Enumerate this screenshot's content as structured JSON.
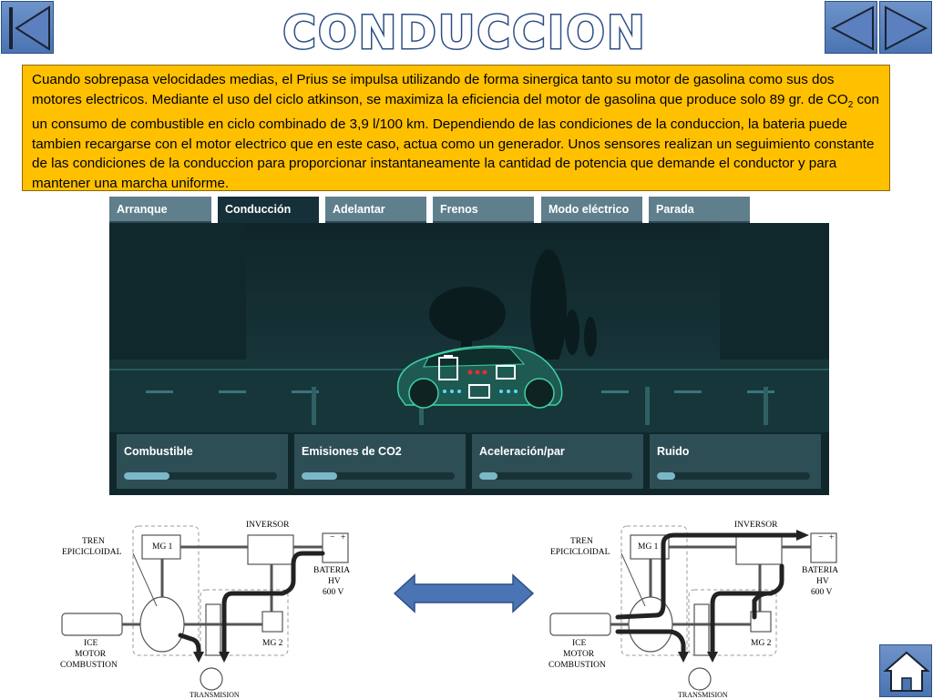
{
  "page": {
    "title": "CONDUCCION"
  },
  "nav": {
    "first_icon": "skip-to-first-icon",
    "prev_icon": "triangle-left-icon",
    "next_icon": "triangle-right-icon",
    "home_icon": "home-icon"
  },
  "description": {
    "line_1": "Cuando sobrepasa velocidades medias, el Prius se impulsa utilizando de forma sinergica tanto su motor de gasolina como sus dos motores electricos. Mediante el uso del ciclo atkinson, se maximiza la eficiencia del motor de gasolina que produce solo 89 gr. de CO",
    "sub": "2",
    "line_2": " con un consumo de combustible en ciclo combinado de 3,9 l/100 km. Dependiendo de las condiciones de la conduccion, la bateria puede tambien recargarse con el motor electrico que en este caso, actua como un generador. Unos sensores realizan un seguimiento constante de las condiciones de la conduccion para proporcionar instantaneamente la cantidad de potencia que demande el conductor y para mantener una marcha uniforme."
  },
  "tabs": [
    {
      "label": "Arranque",
      "active": false
    },
    {
      "label": "Conducción",
      "active": true
    },
    {
      "label": "Adelantar",
      "active": false
    },
    {
      "label": "Frenos",
      "active": false
    },
    {
      "label": "Modo eléctrico",
      "active": false
    },
    {
      "label": "Parada",
      "active": false
    }
  ],
  "metrics": [
    {
      "label": "Combustible",
      "level": 0.3
    },
    {
      "label": "Emisiones de CO2",
      "level": 0.23
    },
    {
      "label": "Aceleración/par",
      "level": 0.12
    },
    {
      "label": "Ruido",
      "level": 0.12
    }
  ],
  "diagram": {
    "inversor": "INVERSOR",
    "tren_1": "TREN",
    "tren_2": "EPICICLOIDAL",
    "mg1": "MG 1",
    "mg2": "MG 2",
    "bateria_1": "BATERIA",
    "bateria_2": "HV",
    "bateria_3": "600 V",
    "minus": "−",
    "plus": "+",
    "ice_1": "ICE",
    "ice_2": "MOTOR",
    "ice_3": "COMBUSTION",
    "transmision": "TRANSMISION"
  },
  "colors": {
    "nav_button": "#4a74b3",
    "desc_background": "#ffc000",
    "tab_inactive": "#5f7f8c",
    "tab_active": "#16303a",
    "double_arrow": "#4a74b3"
  }
}
